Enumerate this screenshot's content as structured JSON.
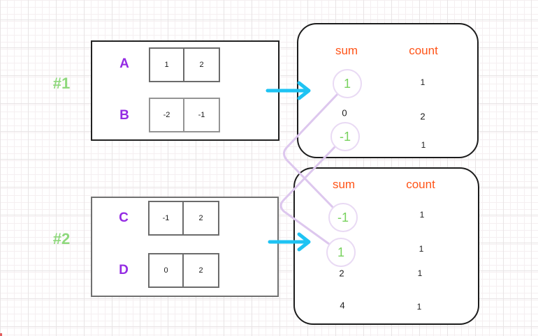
{
  "groups": [
    {
      "label": "#1",
      "arrays": [
        {
          "name": "A",
          "values": [
            "1",
            "2"
          ]
        },
        {
          "name": "B",
          "values": [
            "-2",
            "-1"
          ]
        }
      ],
      "result": {
        "sum_header": "sum",
        "count_header": "count",
        "rows": [
          {
            "sum": "1",
            "count": "1",
            "circled": true
          },
          {
            "sum": "0",
            "count": "2",
            "circled": false
          },
          {
            "sum": "-1",
            "count": "1",
            "circled": true
          }
        ]
      }
    },
    {
      "label": "#2",
      "arrays": [
        {
          "name": "C",
          "values": [
            "-1",
            "2"
          ]
        },
        {
          "name": "D",
          "values": [
            "0",
            "2"
          ]
        }
      ],
      "result": {
        "sum_header": "sum",
        "count_header": "count",
        "rows": [
          {
            "sum": "-1",
            "count": "1",
            "circled": true
          },
          {
            "sum": "1",
            "count": "1",
            "circled": true
          },
          {
            "sum": "2",
            "count": "1",
            "circled": false
          },
          {
            "sum": "4",
            "count": "1",
            "circled": false
          }
        ]
      }
    }
  ],
  "connections": [
    {
      "from": "group1 sum 1",
      "to": "group2 sum -1"
    },
    {
      "from": "group1 sum -1",
      "to": "group2 sum 1"
    }
  ],
  "colors": {
    "group_label_green": "#8ed87c",
    "circled_sum_green": "#77d25d",
    "array_name_purple": "#942be3",
    "header_orange": "#ff5418",
    "arrow_cyan": "#1ec3f3",
    "connector_lavender": "#ddc7ee",
    "page_edge_red": "#e25d5d"
  }
}
